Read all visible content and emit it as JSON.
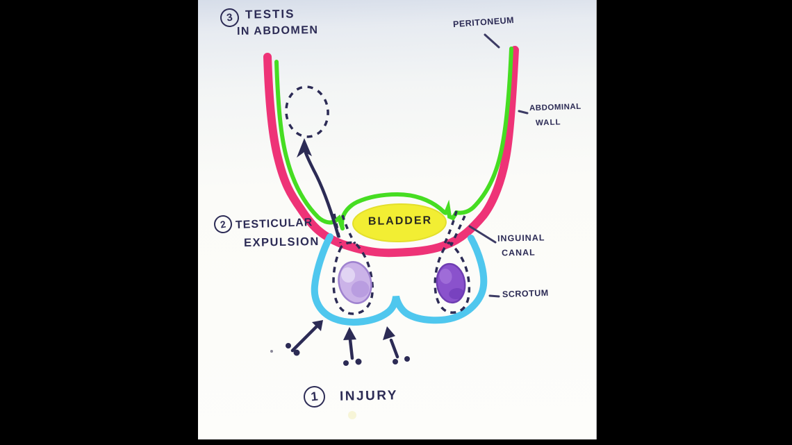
{
  "figure": {
    "type": "hand-drawn-anatomy-diagram",
    "labels": {
      "step3": {
        "number": "3",
        "line1": "TESTIS",
        "line2": "IN ABDOMEN"
      },
      "peritoneum": "PERITONEUM",
      "abdominal_wall": {
        "line1": "ABDOMINAL",
        "line2": "WALL"
      },
      "step2": {
        "number": "2",
        "line1": "TESTICULAR",
        "line2": "EXPULSION"
      },
      "bladder": "BLADDER",
      "inguinal_canal": {
        "line1": "INGUINAL",
        "line2": "CANAL"
      },
      "scrotum": "SCROTUM",
      "step1": {
        "number": "1",
        "label": "INJURY"
      }
    },
    "colors": {
      "abdominal_wall_pink": "#ee3377",
      "peritoneum_green": "#46dd22",
      "bladder_yellow": "#f2ee33",
      "scrotum_blue": "#4fc7ee",
      "testis_left_fill": "#cbb3e8",
      "testis_left_shade": "#ab8ad8",
      "testis_right_fill": "#8a52cc",
      "testis_right_highlight": "#a877dd",
      "ink_navy": "#2c2b55",
      "pointer_line": "#3c3b64"
    }
  }
}
